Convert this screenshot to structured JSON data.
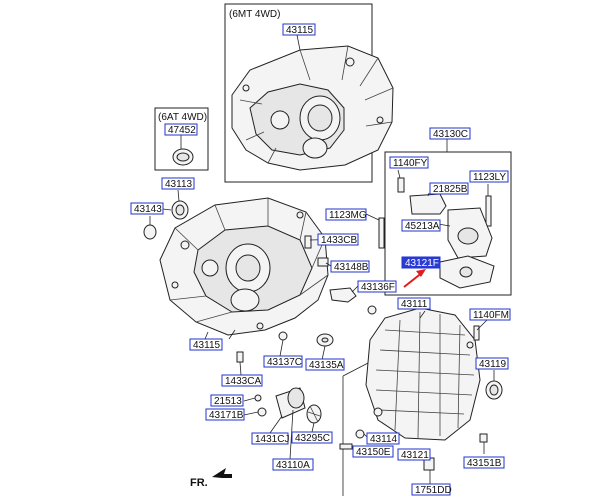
{
  "boxes": {
    "box_6mt_title": "(6MT 4WD)",
    "box_6at_title": "(6AT 4WD)"
  },
  "labels": {
    "l43115_top": "43115",
    "l47452": "47452",
    "l43130C": "43130C",
    "l1140FY": "1140FY",
    "l21825B": "21825B",
    "l1123LY": "1123LY",
    "l1123MG": "1123MG",
    "l45213A": "45213A",
    "l43121F": "43121F",
    "l43113": "43113",
    "l43143": "43143",
    "l1433CB": "1433CB",
    "l43148B": "43148B",
    "l43136F": "43136F",
    "l43111": "43111",
    "l1140FM": "1140FM",
    "l43115_bot": "43115",
    "l43137C": "43137C",
    "l43135A": "43135A",
    "l43119": "43119",
    "l1433CA": "1433CA",
    "l21513": "21513",
    "l43171B": "43171B",
    "l1431CJ": "1431CJ",
    "l43295C": "43295C",
    "l43114": "43114",
    "l43150E": "43150E",
    "l43110A": "43110A",
    "l43121": "43121",
    "l43151B": "43151B",
    "l1751DD": "1751DD",
    "fr": "FR."
  },
  "highlight_color": "#2b3bd6",
  "label_border_color": "#2233cc",
  "selected_part": "43121F"
}
